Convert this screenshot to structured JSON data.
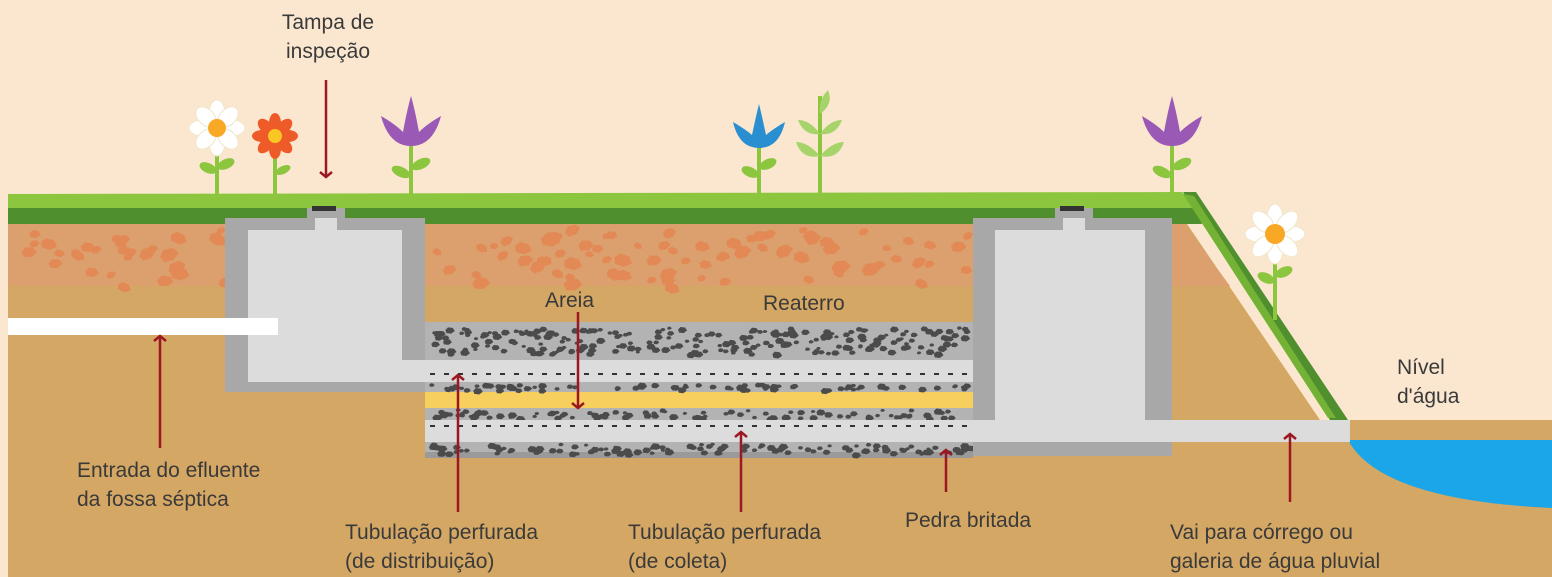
{
  "labels": {
    "inspection_lid": "Tampa de\ninspeção",
    "sand": "Areia",
    "backfill": "Reaterro",
    "water_level": "Nível\nd'água",
    "effluent_inlet": "Entrada do efluente\nda fossa séptica",
    "distribution_pipe": "Tubulação perfurada\n(de distribuição)",
    "collection_pipe": "Tubulação perfurada\n(de coleta)",
    "crushed_stone": "Pedra britada",
    "outlet": "Vai para córrego ou\ngaleria de água pluvial"
  },
  "colors": {
    "sky": "#fbe7d0",
    "soil": "#d5a764",
    "topsoil_rock": "#e3a273",
    "grass": "#73b234",
    "concrete": "#a8a8a8",
    "chamber": "#dcdcdc",
    "gravel": "#b3b3b3",
    "sand_layer": "#f7cf5f",
    "water": "#1aa6e8",
    "arrow": "#9b1822"
  }
}
